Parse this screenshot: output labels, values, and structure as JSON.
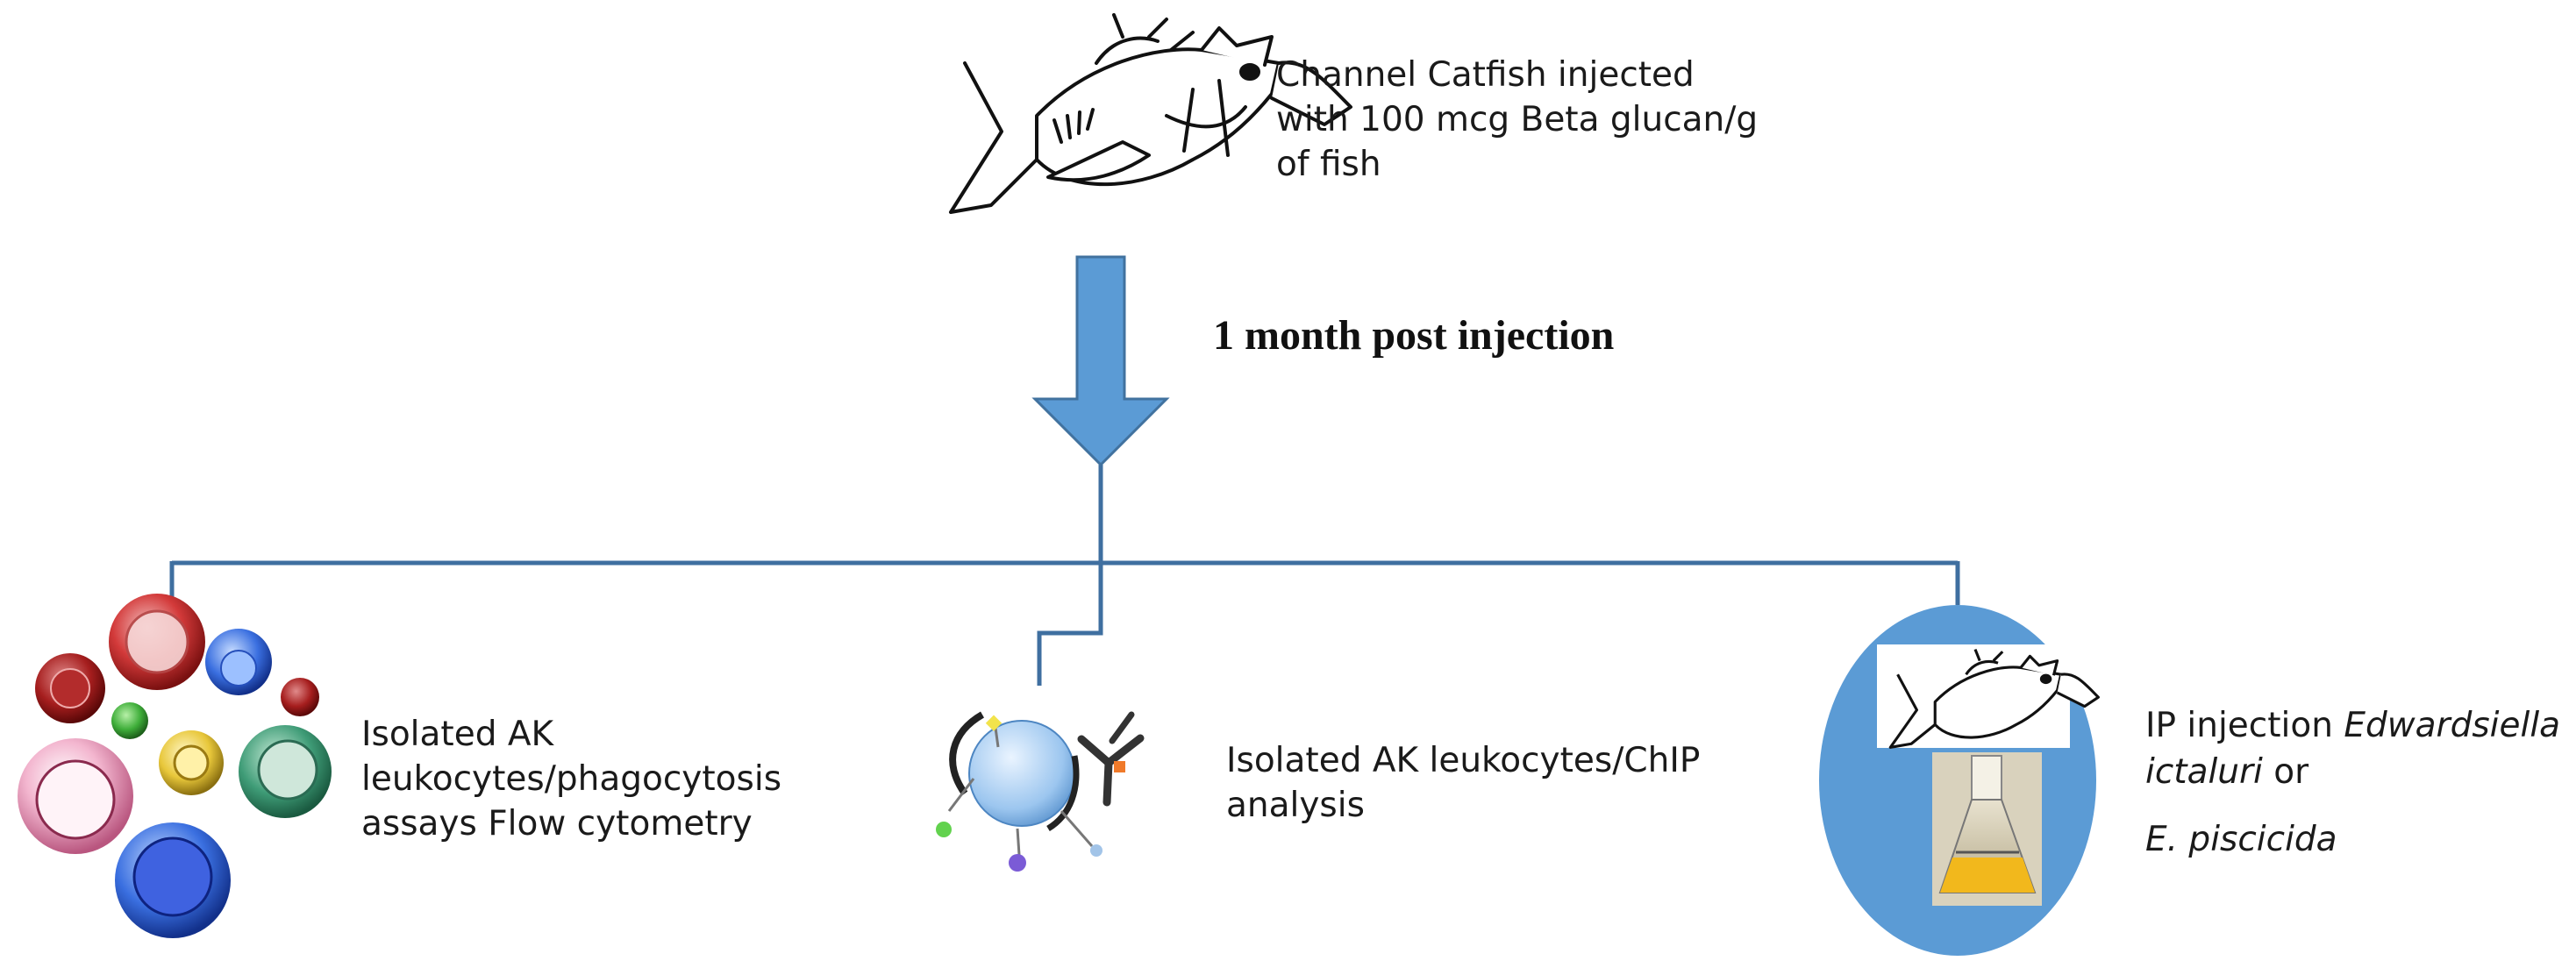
{
  "top": {
    "subject_lines": [
      "Channel Catfish injected",
      "with 100 mcg Beta glucan/g",
      "of fish"
    ]
  },
  "arrow": {
    "label": "1 month post injection",
    "color": "#5b9bd5"
  },
  "branches": {
    "left": {
      "lines": [
        "Isolated AK",
        "leukocytes/phagocytosis",
        "assays Flow cytometry"
      ]
    },
    "middle": {
      "lines": [
        "Isolated AK leukocytes/ChIP",
        "analysis"
      ]
    },
    "right": {
      "line1_prefix": "IP injection ",
      "line1_italic": "Edwardsiella",
      "line2_italic": "ictaluri",
      "line2_suffix": " or",
      "line3_italic": "E. piscicida"
    }
  },
  "colors": {
    "connector": "#3f6fa0",
    "circle_fill": "#5b9bd5"
  }
}
